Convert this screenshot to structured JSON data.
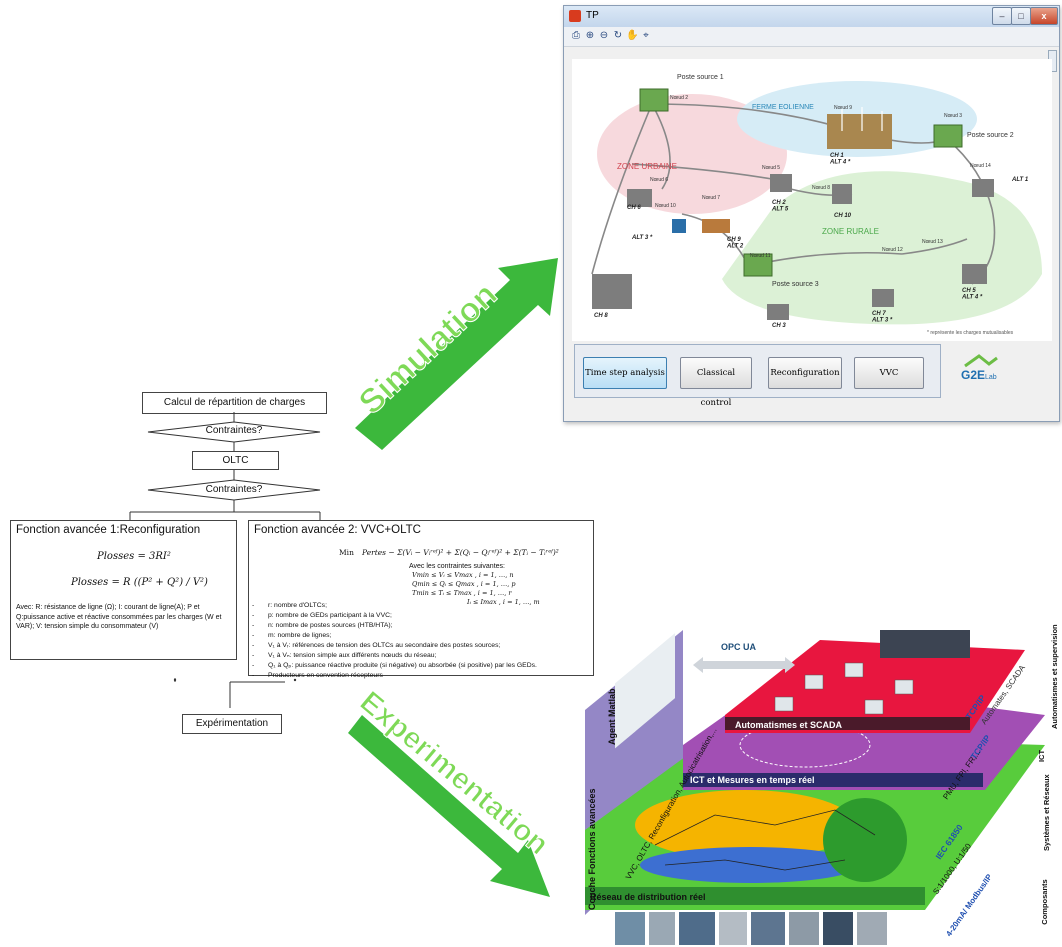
{
  "simulation_window": {
    "title": "TP",
    "titlebar_buttons": {
      "minimize": "–",
      "maximize": "□",
      "close": "x"
    },
    "map": {
      "labels": {
        "poste_source_1": "Poste source 1",
        "poste_source_2": "Poste source 2",
        "poste_source_3": "Poste source 3",
        "ferme_eolienne": "FERME EOLIENNE",
        "zone_urbaine": "ZONE URBAINE",
        "zone_rurale": "ZONE RURALE",
        "note": "* représente les charges mutualisables"
      },
      "nodes": [
        "Nœud 2",
        "Nœud 9",
        "Nœud 3",
        "Nœud 14",
        "Nœud 6",
        "Nœud 5",
        "Nœud 8",
        "Nœud 7",
        "Nœud 10",
        "Nœud 11",
        "Nœud 12",
        "Nœud 13"
      ],
      "loads": [
        "CH 1\nALT 4 *",
        "ALT 1",
        "CH 6",
        "CH 2\nALT 5",
        "CH 10",
        "ALT 3 *",
        "CH 9\nALT 2",
        "CH 5\nALT 4 *",
        "CH 8",
        "CH 3",
        "CH 7\nALT 3 *"
      ]
    },
    "buttons": [
      "Time step analysis",
      "Classical control",
      "Reconfiguration",
      "VVC"
    ],
    "logo_text": "G2E",
    "logo_sub": "Lab",
    "colors": {
      "urban_zone": "#f7d9dd",
      "wind_zone": "#d6ecf6",
      "rural_zone": "#dcf1d6",
      "arrow_green": "#3cb83c"
    }
  },
  "arrows": {
    "simulation": "Simulation",
    "experimentation": "Experimentation"
  },
  "flowchart": {
    "step1": "Calcul de répartition de charges",
    "decision1": "Contraintes?",
    "step2": "OLTC",
    "decision2": "Contraintes?",
    "panel1": {
      "title": "Fonction avancée 1:Reconfiguration",
      "formula1": "Plosses = 3RI²",
      "formula2": "Plosses = R ((P² + Q²) / V²)",
      "desc": "Avec: R: résistance de ligne (Ω); I: courant de ligne(A); P et Q:puissance active et réactive consommées par les charges (W et VAR); V: tension simple du consommateur (V)"
    },
    "panel2": {
      "title": "Fonction avancée 2: VVC+OLTC",
      "objective_label": "Min",
      "objective": "Pertes − Σ(Vᵢ − Vᵢʳᵉᶠ)² + Σ(Qᵢ − Qᵢʳᵉᶠ)² + Σ(Tᵢ − Tᵢʳᵉᶠ)²",
      "constraints_title": "Avec les contraintes suivantes:",
      "constraints": [
        "Vmin ≤ Vᵢ ≤ Vmax , i = 1, …, n",
        "Qmin ≤ Qᵢ ≤ Qmax , i = 1, …, p",
        "Tmin ≤ Tᵢ ≤ Tmax , i = 1, …, r",
        "Iᵢ ≤ Imax , i = 1, …, m"
      ],
      "definitions": [
        "r: nombre d'OLTCs;",
        "p: nombre de GEDs participant à la VVC;",
        "n: nombre de postes sources (HTB/HTA);",
        "m: nombre de lignes;",
        "V₁ à Vᵣ: références de tension des OLTCs au secondaire des postes sources;",
        "V₁ à Vₙ: tension simple aux différents nœuds du réseau;",
        "Q₁ à Qₚ: puissance réactive produite (si négative) ou absorbée (si positive) par les GEDs.",
        "Producteurs en convention récepteurs"
      ]
    },
    "final": "Expérimentation"
  },
  "experiment": {
    "opc": "OPC UA",
    "agent": "Agent Matlab",
    "functions_layer": "Couche Fonctions avancées",
    "functions_text": "VVC, OLTC, Reconfiguration, Autocicatrisation,...",
    "scada_layer": "Automatismes et SCADA",
    "scada_protocol": "TCP/IP",
    "scada_side": "Automates, SCADA",
    "ict_layer": "ICT et Mesures en temps réel",
    "ict_protocol": "TCP/IP",
    "ict_side": "PMU, FPI, FR,...",
    "grid_layer": "Réseau de distribution réel",
    "grid_protocol": "IEC 61850",
    "grid_side": "S:1/1000, U:1/50",
    "components_protocol": "4-20mA/ Modbus/IP",
    "side_labels": [
      "Automatismes et supervision",
      "ICT",
      "Systèmes et Réseaux",
      "Composants"
    ],
    "colors": {
      "scada": "#e8163f",
      "ict": "#a24fb4",
      "grid": "#58cc3c",
      "functions": "#9487c6"
    }
  }
}
